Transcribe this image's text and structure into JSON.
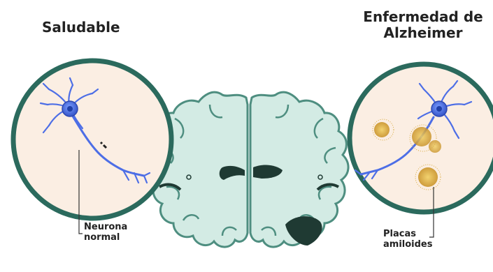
{
  "labels": {
    "healthy_title": "Saludable",
    "disease_title_line1": "Enfermedad de",
    "disease_title_line2": "Alzheimer",
    "neuron_label_line1": "Neurona",
    "neuron_label_line2": "normal",
    "plaques_label_line1": "Placas",
    "plaques_label_line2": "amiloides"
  },
  "colors": {
    "brain_fill": "#d3ebe4",
    "brain_outline": "#4e8e80",
    "ventricle": "#1f3a33",
    "circle_border": "#2b6a5d",
    "circle_fill": "#fbeee3",
    "neuron": "#4d6ee6",
    "neuron_nucleus": "#1f3fa8",
    "plaque": "#e0b43b"
  },
  "icons": {
    "healthy_neuron": "neuron-icon",
    "diseased_neuron": "damaged-neuron-icon",
    "plaques": "amyloid-plaque-icon",
    "brain": "brain-cross-section-icon"
  }
}
